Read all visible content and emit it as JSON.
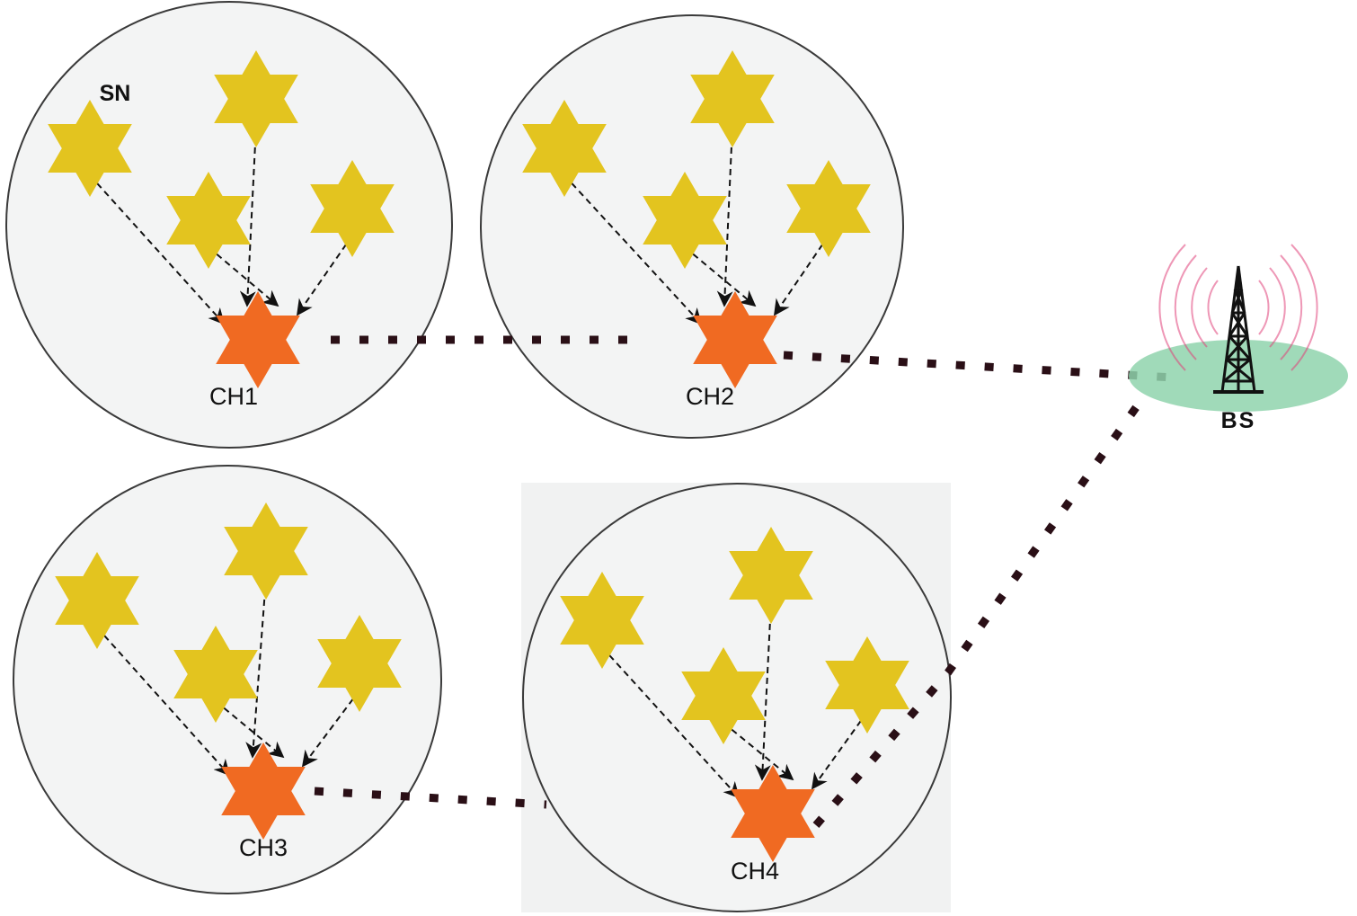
{
  "sensor_node_label": "SN",
  "base_station_label": "BS",
  "clusters": [
    {
      "id": "c1",
      "head_label": "CH1"
    },
    {
      "id": "c2",
      "head_label": "CH2"
    },
    {
      "id": "c3",
      "head_label": "CH3"
    },
    {
      "id": "c4",
      "head_label": "CH4"
    }
  ],
  "colors": {
    "sensor_node": "#e3c41f",
    "cluster_head": "#f06a22",
    "cluster_fill": "#f3f4f4",
    "cluster_stroke": "#3a3a3a",
    "link_dots": "#2a0f16",
    "base_station_ground": "#8fd4ad",
    "signal_waves": "#e0427a",
    "arrows": "#111111"
  },
  "icons": {
    "base_station": "cell-tower-icon",
    "sensor_node": "six-point-star-icon",
    "cluster_head": "six-point-star-icon"
  }
}
